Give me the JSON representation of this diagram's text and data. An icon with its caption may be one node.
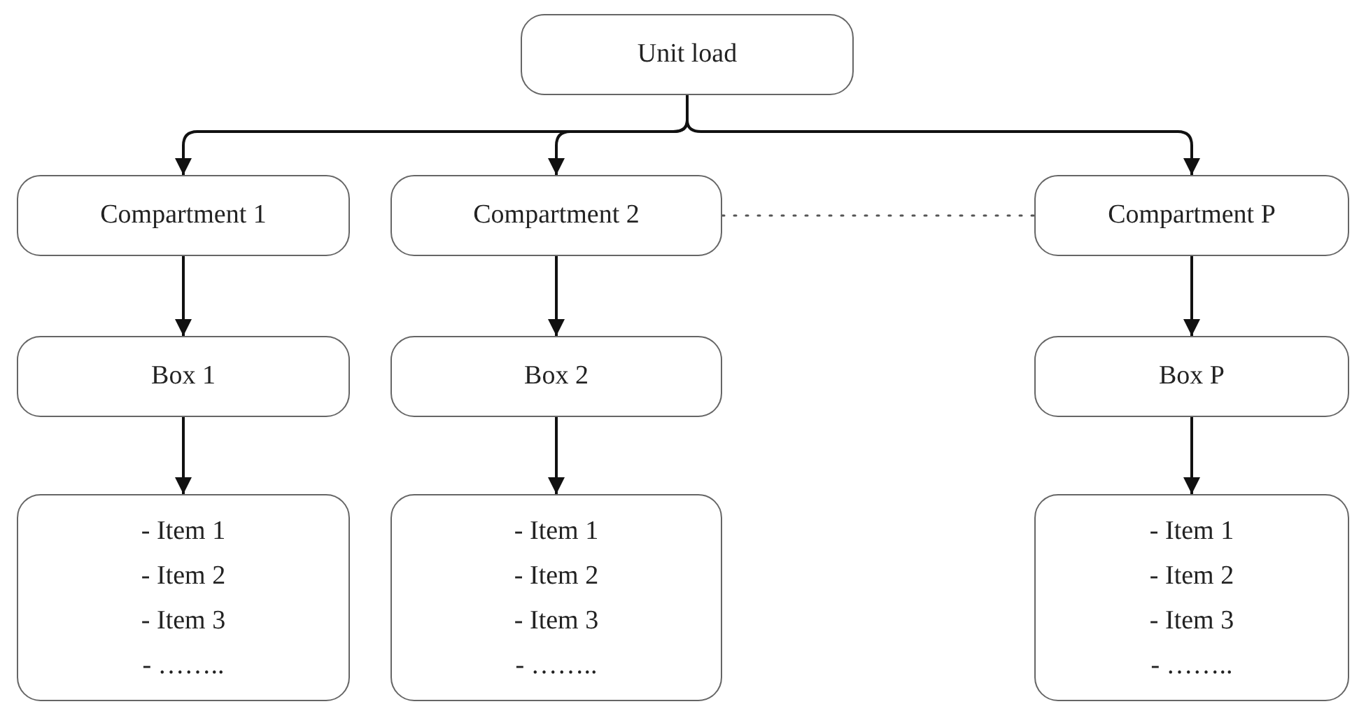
{
  "diagram": {
    "nodes": [
      {
        "text": [
          "Unit load"
        ]
      },
      {
        "text": [
          "Compartment 1"
        ]
      },
      {
        "text": [
          "Compartment 2"
        ]
      },
      {
        "text": [
          "Compartment P"
        ]
      },
      {
        "text": [
          "Box 1"
        ]
      },
      {
        "text": [
          "Box 2"
        ]
      },
      {
        "text": [
          "Box P"
        ]
      },
      {
        "text": [
          "- Item 1",
          "- Item 2",
          "- Item 3",
          "- …….."
        ]
      },
      {
        "text": [
          "- Item 1",
          "- Item 2",
          "- Item 3",
          "- …….."
        ]
      },
      {
        "text": [
          "- Item 1",
          "- Item 2",
          "- Item 3",
          "- …….."
        ]
      }
    ],
    "edges": [
      {
        "from": 0,
        "to": 1,
        "arrow": "to"
      },
      {
        "from": 0,
        "to": 2,
        "arrow": "to"
      },
      {
        "from": 0,
        "to": 3,
        "arrow": "to"
      },
      {
        "from": 2,
        "to": 3,
        "arrow": "none",
        "style": "dashed"
      },
      {
        "from": 1,
        "to": 4,
        "arrow": "to"
      },
      {
        "from": 2,
        "to": 5,
        "arrow": "to"
      },
      {
        "from": 3,
        "to": 6,
        "arrow": "to"
      },
      {
        "from": 4,
        "to": 7,
        "arrow": "to"
      },
      {
        "from": 5,
        "to": 8,
        "arrow": "to"
      },
      {
        "from": 6,
        "to": 9,
        "arrow": "to"
      }
    ]
  }
}
